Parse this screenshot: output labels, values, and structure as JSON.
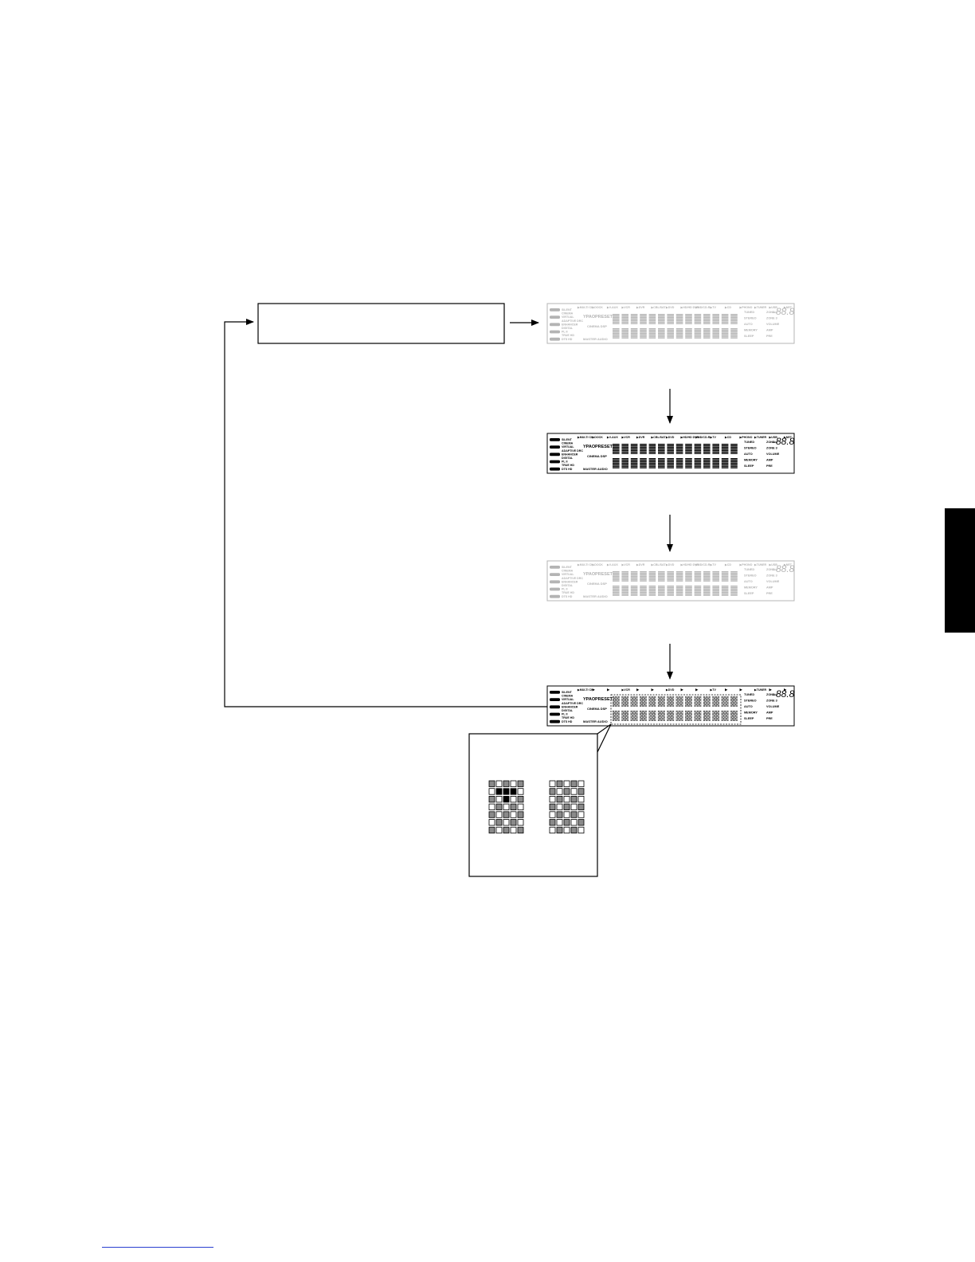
{
  "figure": {
    "start_box_label": "",
    "zoom_box_caption": "",
    "display_states": [
      {
        "id": "state-1",
        "style": "faded"
      },
      {
        "id": "state-2",
        "style": "all-segments-lit"
      },
      {
        "id": "state-3",
        "style": "faded"
      },
      {
        "id": "state-4",
        "style": "dot-matrix-pattern"
      }
    ],
    "colors": {
      "ink": "#000000",
      "faded": "#b4b4b4",
      "grey_dot": "#8a8a8a",
      "side_tab": "#000000"
    }
  },
  "display": {
    "inputs": [
      "MULTI CH",
      "DOCK",
      "V-AUX",
      "VCR",
      "DVR",
      "CBL/SAT",
      "DVD",
      "HD/HD DVR",
      "MD/CD-R",
      "TV",
      "CD",
      "PHONO",
      "TUNER",
      "USB",
      "NET"
    ],
    "left_tags": [
      "SILENT",
      "CINEMA",
      "VIRTUAL",
      "ADAPTIVE DRC",
      "ENHANCER",
      "DIGITAL",
      "PL II",
      "TRUE HD",
      "DTS HD"
    ],
    "center_tags": [
      "YPAO",
      "PRESET",
      "CINEMA DSP",
      "MASTER AUDIO"
    ],
    "right_tags": [
      "TUNED",
      "STEREO",
      "AUTO",
      "MEMORY",
      "SLEEP",
      "ZONE 2",
      "ZONE 3",
      "VOLUME",
      "AMP",
      "PRE"
    ],
    "level_readout": "-88.8"
  }
}
